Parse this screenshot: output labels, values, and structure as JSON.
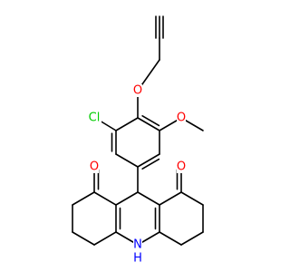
{
  "colors": {
    "background": "#ffffff",
    "bond": "#000000",
    "O": "#ff0000",
    "Cl": "#00cc00",
    "N": "#0000ff",
    "H": "#0000ff"
  },
  "atoms": [
    {
      "id": "ClA",
      "element": "Cl",
      "label": "Cl"
    },
    {
      "id": "O_eth",
      "element": "O",
      "label": "O"
    },
    {
      "id": "O_me",
      "element": "O",
      "label": "O"
    },
    {
      "id": "O_k1",
      "element": "O",
      "label": "O"
    },
    {
      "id": "O_k2",
      "element": "O",
      "label": "O"
    },
    {
      "id": "N_H",
      "element": "N",
      "label": "N"
    },
    {
      "id": "H_N",
      "element": "H",
      "label": "H"
    }
  ]
}
